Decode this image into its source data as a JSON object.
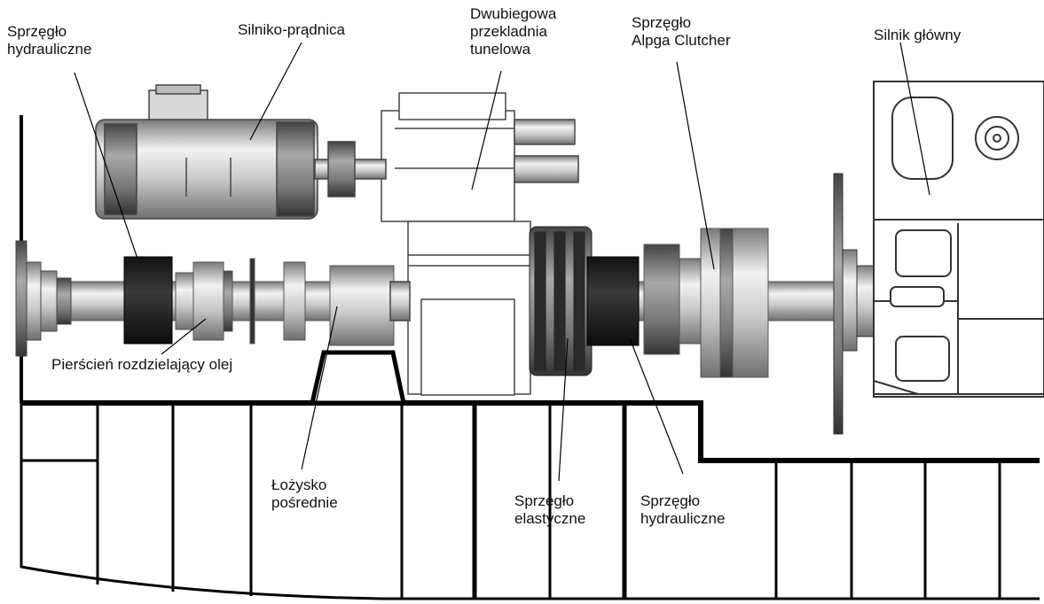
{
  "labels": {
    "hydraulic_clutch_left": [
      "Sprzęgło",
      "hydrauliczne"
    ],
    "motor_generator": "Silniko-prądnica",
    "gearbox": [
      "Dwubiegowa",
      "przekladnia",
      "tunelowa"
    ],
    "alpha_clutch": [
      "Sprzęgło",
      "Alpga Clutcher"
    ],
    "main_engine": "Silnik główny",
    "oil_ring": "Pierścień rozdzielający olej",
    "intermediate_bearing": [
      "Łożysko",
      "pośrednie"
    ],
    "elastic_clutch": [
      "Sprzęgło",
      "elastyczne"
    ],
    "hydraulic_clutch_right": [
      "Sprzęgło",
      "hydrauliczne"
    ]
  }
}
